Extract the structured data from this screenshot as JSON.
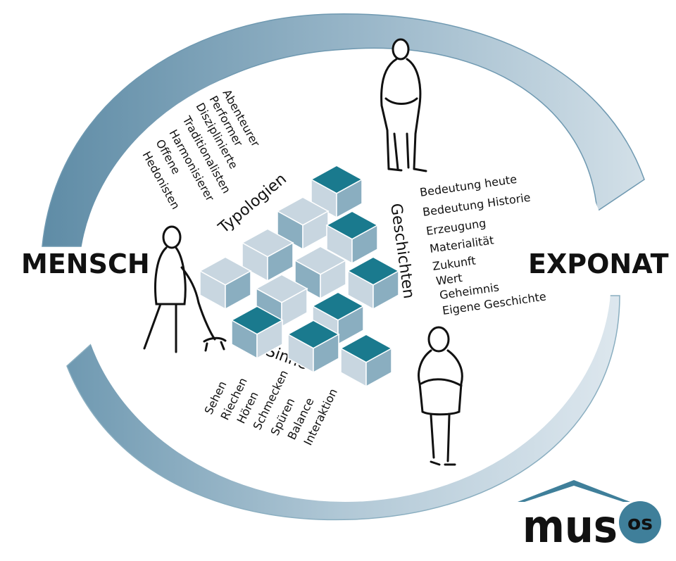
{
  "labels": {
    "left": "MENSCH",
    "right": "EXPONAT"
  },
  "typologien": {
    "heading": "Typologien",
    "items": [
      "Abenteurer",
      "Performer",
      "Disziplinierte",
      "Traditionalisten",
      "Harmonisierer",
      "Offene",
      "Hedonisten"
    ]
  },
  "geschichten": {
    "heading": "Geschichten",
    "items": [
      "Bedeutung heute",
      "Bedeutung Historie",
      "Erzeugung",
      "Materialität",
      "Zukunft",
      "Wert",
      "Geheimnis",
      "Eigene Geschichte"
    ]
  },
  "sinne": {
    "heading": "Sinne",
    "items": [
      "Sehen",
      "Riechen",
      "Hören",
      "Schmecken",
      "Spüren",
      "Balance",
      "Interaktion"
    ]
  },
  "logo": {
    "text_main": "mus",
    "text_small": "os"
  },
  "colors": {
    "arrow_dark": "#6f99b1",
    "arrow_light": "#c9d7e1",
    "cube_teal": "#1a7a8e",
    "cube_mid": "#8aaec0",
    "cube_light": "#c8d6e0",
    "logo_dark": "#1a1a1a",
    "logo_blue": "#3f7f9a"
  }
}
